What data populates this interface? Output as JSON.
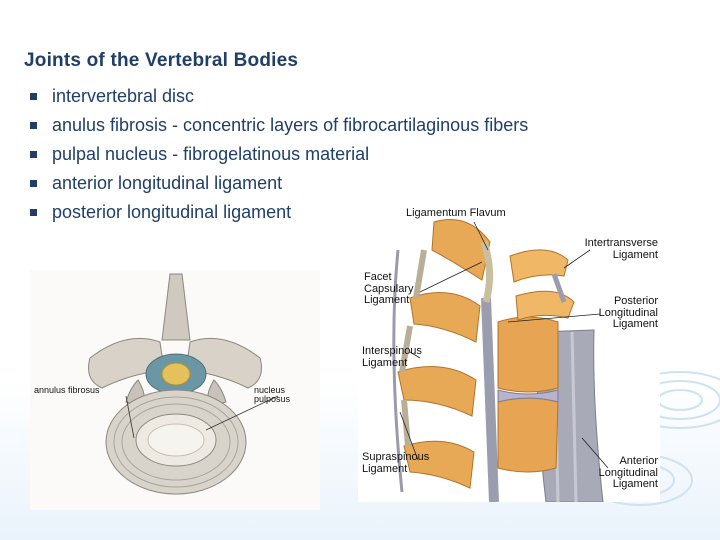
{
  "slide": {
    "title": "Joints of the Vertebral Bodies",
    "bullets": [
      "intervertebral disc",
      "anulus fibrosis - concentric layers of fibrocartilaginous fibers",
      "pulpal nucleus - fibrogelatinous material",
      "anterior longitudinal ligament",
      "posterior longitudinal ligament"
    ]
  },
  "figure_left": {
    "labels": {
      "annulus": "annulus fibrosus",
      "nucleus": "nucleus pulposus"
    }
  },
  "figure_right": {
    "labels": {
      "flavum": "Ligamentum Flavum",
      "intertransverse": [
        "Intertransverse",
        "Ligament"
      ],
      "facet": [
        "Facet",
        "Capsulary",
        "Ligament"
      ],
      "posterior": [
        "Posterior",
        "Longitudinal",
        "Ligament"
      ],
      "interspinous": [
        "Interspinous",
        "Ligament"
      ],
      "supraspinous": [
        "Supraspinous",
        "Ligament"
      ],
      "anterior": [
        "Anterior",
        "Longitudinal",
        "Ligament"
      ]
    }
  },
  "colors": {
    "text": "#1f3f68",
    "bone": "#e7a554",
    "disc": "#b7b3c9",
    "ligament": "#a9aab8"
  }
}
